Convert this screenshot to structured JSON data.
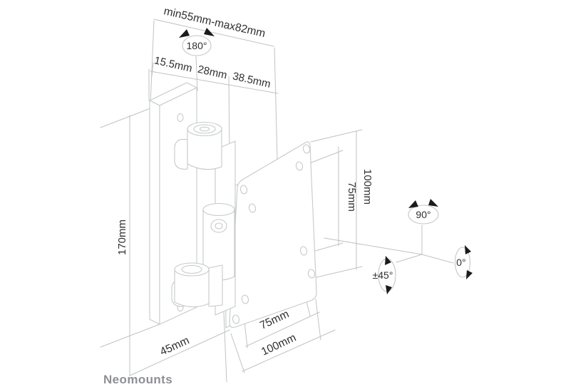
{
  "brand": "Neomounts",
  "colors": {
    "background": "#ffffff",
    "drawing_line": "#c6c9cb",
    "dimension_line": "#bfc2c4",
    "label_text": "#2f2f31",
    "arrow": "#1b1b1d",
    "brand_text": "#8d8f94"
  },
  "labels": {
    "depth_range": "min55mm-max82mm",
    "swivel": "180°",
    "depth_wall_plate": "15.5mm",
    "depth_hinge": "28mm",
    "depth_head": "38.5mm",
    "height_wall_plate": "170mm",
    "vesa_height_100": "100mm",
    "vesa_height_75": "75mm",
    "tilt_up": "90°",
    "tilt_zero": "0°",
    "rotation_range": "±45°",
    "width_wall_plate": "45mm",
    "vesa_width_75": "75mm",
    "vesa_width_100": "100mm"
  }
}
